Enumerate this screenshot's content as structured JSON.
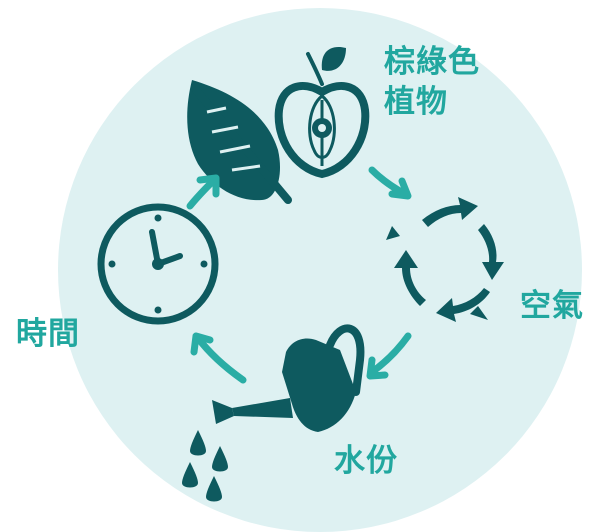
{
  "labels": {
    "brown_plants_line1": "棕綠色",
    "brown_plants_line2": "植物",
    "air": "空氣",
    "time": "時間",
    "water": "水份"
  },
  "icons": {
    "leaf": "leaf-icon",
    "apple": "apple-icon",
    "clock": "clock-icon",
    "watering_can": "watering-can-icon",
    "water_drops": "water-drops-icon",
    "air_cycle": "air-cycle-icon"
  },
  "colors": {
    "background_circle": "#def1f2",
    "icon_dark": "#0e5a5f",
    "arrow_teal": "#2aada5",
    "label_teal": "#21a79f"
  }
}
